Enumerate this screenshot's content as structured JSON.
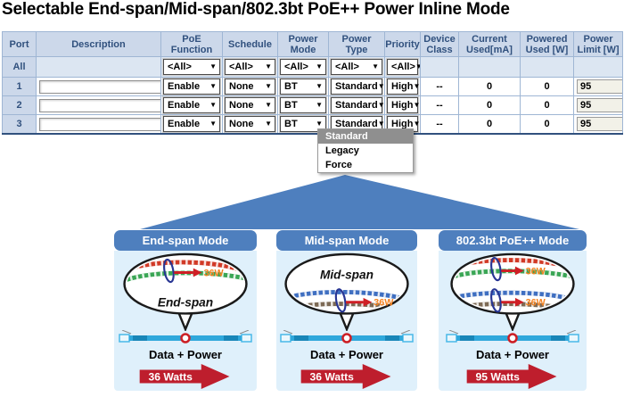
{
  "title": "Selectable End-span/Mid-span/802.3bt PoE++ Power Inline Mode",
  "icons": {
    "chevron_down": "▼"
  },
  "colors": {
    "header_bg": "#ccd8ea",
    "header_text": "#31517e",
    "table_border": "#31517e",
    "grid_line": "#9fb6d4",
    "filter_bg": "#dce6f2",
    "select_highlight": "#8f8f8f",
    "triangle_blue": "#4e7fbe",
    "panel_header_bg": "#4e7fbe",
    "panel_body_bg": "#dff0fb",
    "cable": "#2fa8dc",
    "arrow_red": "#be1e2d",
    "watt_orange": "#f58220",
    "loop_blue": "#283593"
  },
  "table": {
    "headers": [
      "Port",
      "Description",
      "PoE\nFunction",
      "Schedule",
      "Power\nMode",
      "Power\nType",
      "Priority",
      "Device\nClass",
      "Current\nUsed[mA]",
      "Powered\nUsed [W]",
      "Power\nLimit [W]"
    ],
    "filter": {
      "port": "All",
      "poe_function": "<All>",
      "schedule": "<All>",
      "power_mode": "<All>",
      "power_type": "<All>",
      "priority": "<All>"
    },
    "rows": [
      {
        "port": "1",
        "description": "",
        "poe_function": "Enable",
        "schedule": "None",
        "power_mode": "BT",
        "power_type": "Standard",
        "priority": "High",
        "device_class": "--",
        "current_used": "0",
        "powered_used": "0",
        "power_limit": "95"
      },
      {
        "port": "2",
        "description": "",
        "poe_function": "Enable",
        "schedule": "None",
        "power_mode": "BT",
        "power_type": "Standard",
        "priority": "High",
        "device_class": "--",
        "current_used": "0",
        "powered_used": "0",
        "power_limit": "95"
      },
      {
        "port": "3",
        "description": "",
        "poe_function": "Enable",
        "schedule": "None",
        "power_mode": "BT",
        "power_type": "Standard",
        "priority": "High",
        "device_class": "--",
        "current_used": "0",
        "powered_used": "0",
        "power_limit": "95"
      }
    ]
  },
  "power_type_dropdown": {
    "options": [
      "Standard",
      "Legacy",
      "Force"
    ],
    "selected": "Standard"
  },
  "panels": [
    {
      "title": "End-span Mode",
      "bubble_label": "End-span",
      "pair1_watt": "36W",
      "footer": "Data + Power",
      "watts": "36 Watts"
    },
    {
      "title": "Mid-span Mode",
      "bubble_label": "Mid-span",
      "pair2_watt": "36W",
      "footer": "Data + Power",
      "watts": "36 Watts"
    },
    {
      "title": "802.3bt PoE++ Mode",
      "pair1_watt": "36W",
      "pair2_watt": "36W",
      "footer": "Data + Power",
      "watts": "95 Watts"
    }
  ]
}
